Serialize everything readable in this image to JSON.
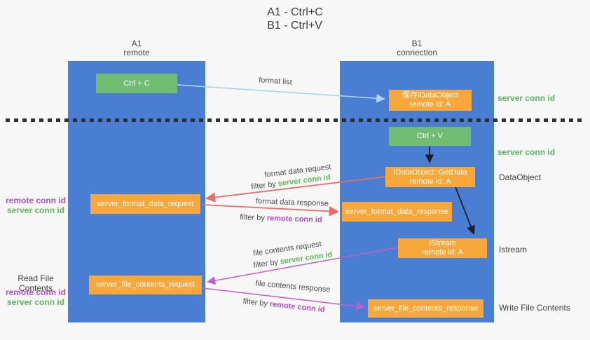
{
  "title": {
    "line1": "A1 - Ctrl+C",
    "line2": "B1 - Ctrl+V"
  },
  "columns": {
    "a1": {
      "header_line1": "A1",
      "header_line2": "remote"
    },
    "b1": {
      "header_line1": "B1",
      "header_line2": "connection"
    }
  },
  "nodes": {
    "ctrl_c": {
      "label": "Ctrl + C"
    },
    "save_dataobject": {
      "line1": "保存IDataObject",
      "line2": "remote id: A"
    },
    "ctrl_v": {
      "label": "Ctrl + V"
    },
    "getdata": {
      "line1": "IDataObject::GetData",
      "line2": "remote id: A"
    },
    "format_request": {
      "label": "server_format_data_request"
    },
    "format_response": {
      "label": "server_format_data_response"
    },
    "istream": {
      "line1": "IStream",
      "line2": "remote id: A"
    },
    "file_request": {
      "label": "server_file_contents_request"
    },
    "file_response": {
      "label": "server_file_contents_response"
    }
  },
  "side_labels": {
    "right": {
      "server_conn_id_top": "server conn id",
      "server_conn_id_mid": "server conn id",
      "dataobject": "DataObject",
      "istream": "Istream",
      "write_file_contents": "Write File Contents"
    },
    "left": {
      "format_group": {
        "remote": "remote conn id",
        "server": "server conn id"
      },
      "read_file_contents": "Read File Contents",
      "file_group": {
        "remote": "remote conn id",
        "server": "server conn id"
      }
    }
  },
  "arrow_labels": {
    "format_list": {
      "label": "format list"
    },
    "format_data_request": {
      "label": "format data request",
      "filter_prefix": "filter by ",
      "filter_value": "server conn id"
    },
    "format_data_response": {
      "label": "format data response",
      "filter_prefix": "filter by ",
      "filter_value": "remote conn id"
    },
    "file_contents_request": {
      "label": "file contents request",
      "filter_prefix": "filter by ",
      "filter_value": "server conn id"
    },
    "file_contents_response": {
      "label": "file contents response",
      "filter_prefix": "filter by ",
      "filter_value": "remote conn id"
    }
  },
  "colors": {
    "column_blue": "#4a7ed2",
    "box_green": "#6fbc72",
    "box_orange": "#f8a73a",
    "arrow_blue": "#a5d3f0",
    "arrow_red": "#e96c6c",
    "arrow_magenta": "#c45ec4",
    "arrow_black": "#1f1f1f",
    "label_green": "#5cb85c",
    "label_purple": "#ae50cb"
  }
}
